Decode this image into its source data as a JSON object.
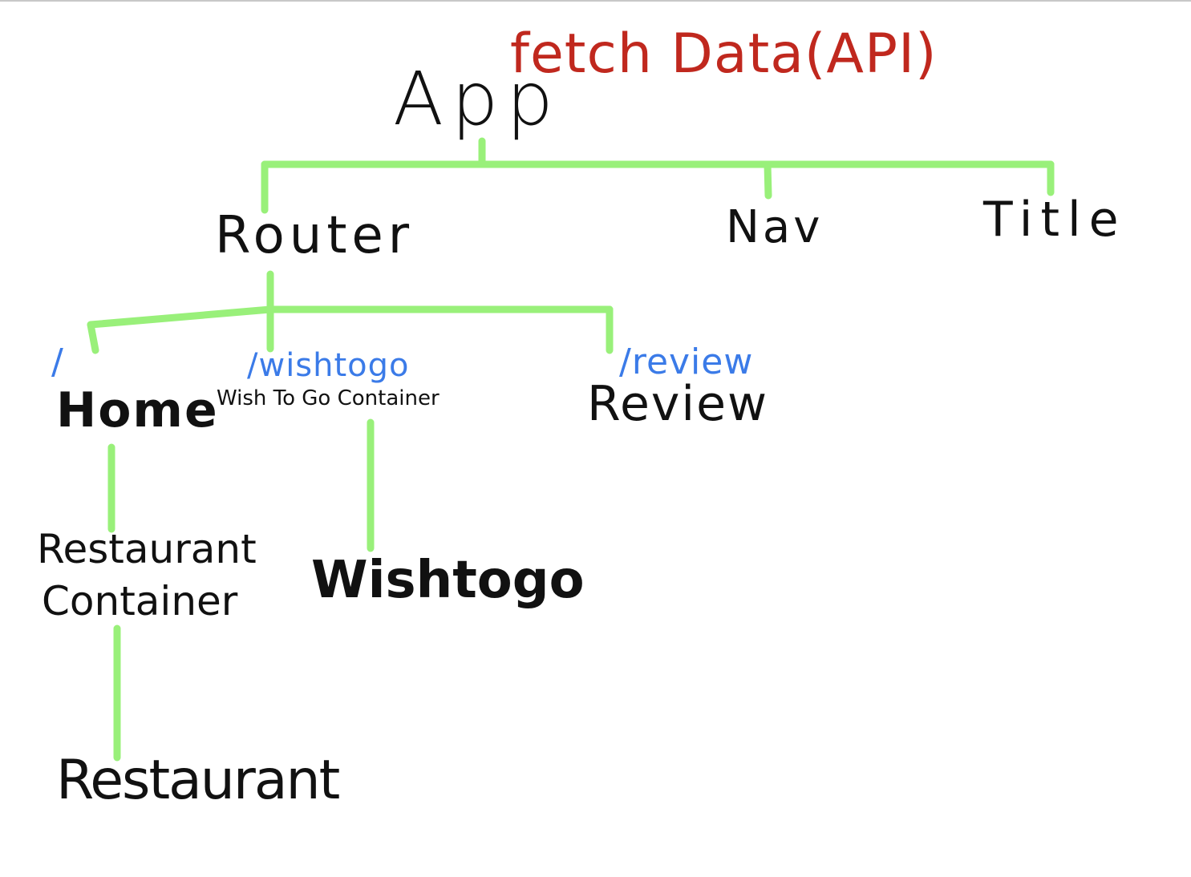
{
  "colors": {
    "connector": "#99f07a",
    "node_text": "#111111",
    "route_text": "#3b7be8",
    "note_text": "#c0281e"
  },
  "nodes": {
    "app": "App",
    "router": "Router",
    "nav": "Nav",
    "title": "Title",
    "home": "Home",
    "wish_to_go_container": "Wish To Go Container",
    "review": "Review",
    "restaurant_container_line1": "Restaurant",
    "restaurant_container_line2": "Container",
    "wishtogo": "Wishtogo",
    "restaurant": "Restaurant"
  },
  "routes": {
    "root": "/",
    "wishtogo": "/wishtogo",
    "review": "/review"
  },
  "notes": {
    "app_note": "fetch Data(API)"
  }
}
